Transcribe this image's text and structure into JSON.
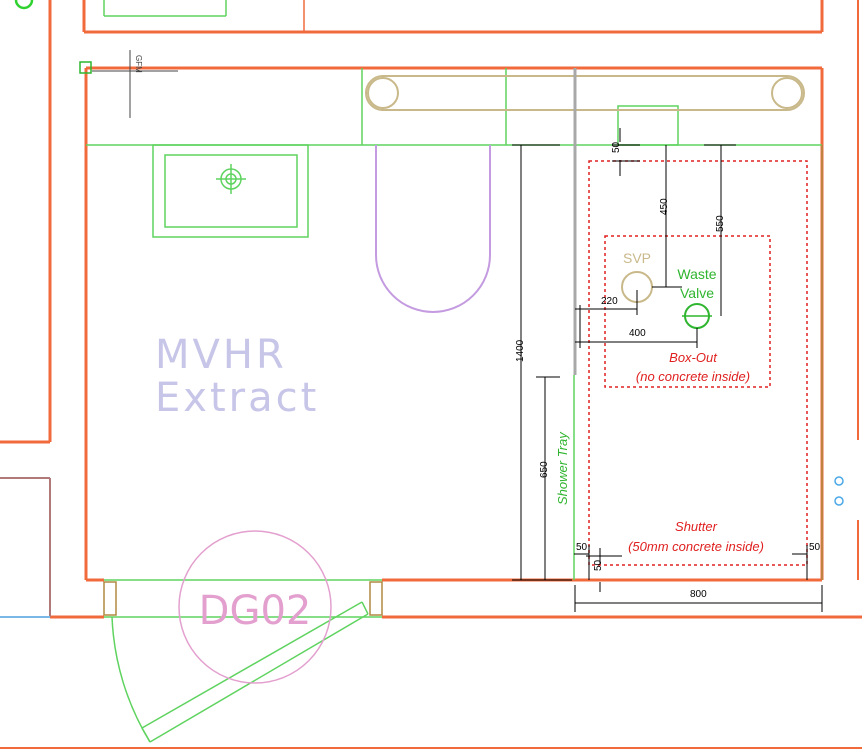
{
  "labels": {
    "room": [
      "MVHR",
      "Extract"
    ],
    "door_tag": "DG02",
    "svp": "SVP",
    "waste_valve": [
      "Waste",
      "Valve"
    ],
    "box_out": [
      "Box-Out",
      "(no concrete inside)"
    ],
    "shutter": [
      "Shutter",
      "(50mm concrete inside)"
    ],
    "shower_tray": "Shower Tray",
    "small_symbol": "GFM"
  },
  "dimensions": {
    "top_50": "50",
    "d450": "450",
    "d550": "550",
    "d220": "220",
    "d400": "400",
    "d1400": "1400",
    "d650": "650",
    "left_50": "50",
    "bottom_50": "50",
    "right_50": "50",
    "d800": "800"
  },
  "colors": {
    "wall": "#f06a3c",
    "fixture": "#5fd35f",
    "annotation": "#e02020"
  }
}
